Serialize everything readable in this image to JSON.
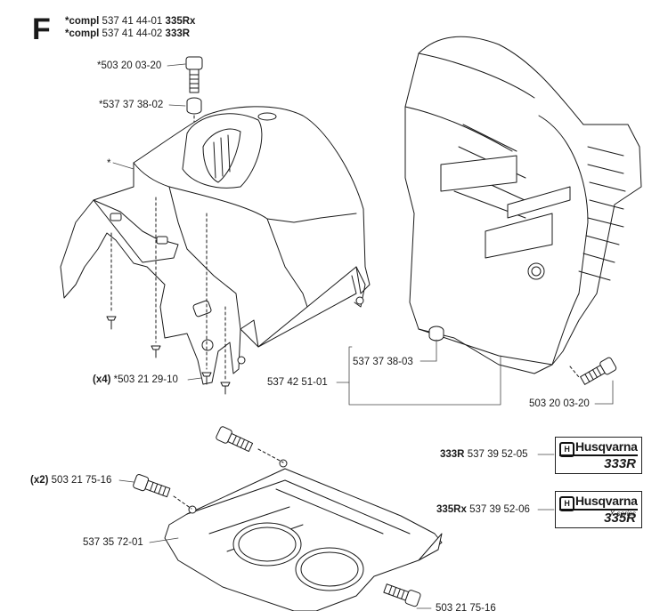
{
  "section_letter": "F",
  "header": {
    "lines": [
      {
        "prefix": "*compl",
        "number": "537 41 44-01",
        "model": "335Rx"
      },
      {
        "prefix": "*compl",
        "number": "537 41 44-02",
        "model": "333R"
      }
    ]
  },
  "callouts": {
    "screw_top": "*503 20 03-20",
    "nut_top": "*537 37 38-02",
    "cover_marker": "*",
    "screws_qty": "(x4)",
    "screws_part": "*503 21 29-10",
    "cylinder_cover": "537 42 51-01",
    "nut_right": "537 37 38-03",
    "screw_right": "503 20 03-20",
    "screws_bottom_qty": "(x2)",
    "screws_bottom_part": "503 21 75-16",
    "plate": "537 35 72-01",
    "screw_bottom_right": "503 21 75-16",
    "decal_333r_model": "333R",
    "decal_333r_part": "537 39 52-05",
    "decal_335rx_model": "335Rx",
    "decal_335rx_part": "537 39 52-06"
  },
  "decals": {
    "brand": "Husqvarna",
    "crown_glyph": "H",
    "model_333r": "333R",
    "model_335rx": "335R",
    "series_335rx": "X-series"
  },
  "colors": {
    "line": "#1a1a1a",
    "fill": "#ffffff"
  }
}
